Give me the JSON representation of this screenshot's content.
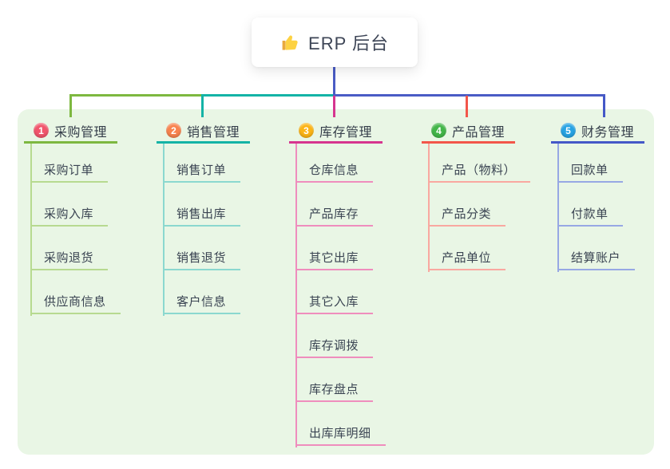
{
  "root": {
    "label": "ERP 后台",
    "icon": "thumbs-up-icon"
  },
  "canvas": {
    "background": "#e9f6e5"
  },
  "connector": {
    "root_color": "#4a5cc5"
  },
  "branches": [
    {
      "number": "1",
      "label": "采购管理",
      "badge_color": "#f1556c",
      "line_color": "#7db840",
      "child_line_color": "#b7da90",
      "children": [
        "采购订单",
        "采购入库",
        "采购退货",
        "供应商信息"
      ]
    },
    {
      "number": "2",
      "label": "销售管理",
      "badge_color": "#f8834e",
      "line_color": "#14b3a6",
      "child_line_color": "#8bd8cf",
      "children": [
        "销售订单",
        "销售出库",
        "销售退货",
        "客户信息"
      ]
    },
    {
      "number": "3",
      "label": "库存管理",
      "badge_color": "#fcb415",
      "line_color": "#d6358f",
      "child_line_color": "#ef8dbd",
      "children": [
        "仓库信息",
        "产品库存",
        "其它出库",
        "其它入库",
        "库存调拨",
        "库存盘点",
        "出库库明细"
      ]
    },
    {
      "number": "4",
      "label": "产品管理",
      "badge_color": "#43b649",
      "line_color": "#f2564a",
      "child_line_color": "#f9a8a0",
      "children": [
        "产品（物料）",
        "产品分类",
        "产品单位"
      ]
    },
    {
      "number": "5",
      "label": "财务管理",
      "badge_color": "#27a3e3",
      "line_color": "#4458c7",
      "child_line_color": "#97a8e4",
      "children": [
        "回款单",
        "付款单",
        "结算账户"
      ]
    }
  ]
}
